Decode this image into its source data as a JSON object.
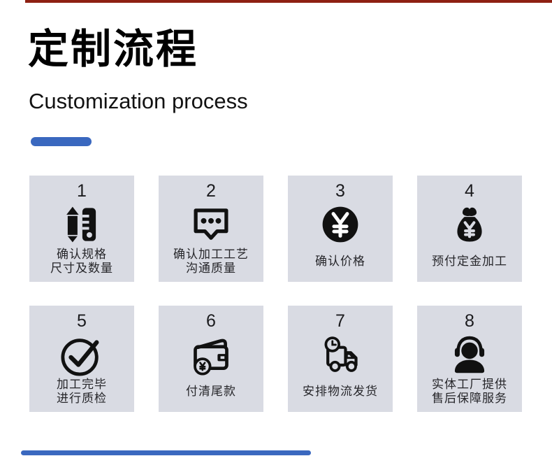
{
  "page": {
    "title_cn": "定制流程",
    "subtitle_en": "Customization process",
    "accent_color": "#3a68bf",
    "top_edge_color": "#8e2012",
    "card_bg_color": "#d9dbe3"
  },
  "cards": [
    {
      "number": "1",
      "icon": "pencil-ruler-icon",
      "lines": [
        "确认规格",
        "尺寸及数量"
      ]
    },
    {
      "number": "2",
      "icon": "chat-bubble-icon",
      "lines": [
        "确认加工工艺",
        "沟通质量"
      ]
    },
    {
      "number": "3",
      "icon": "yen-coin-icon",
      "lines": [
        "确认价格"
      ]
    },
    {
      "number": "4",
      "icon": "money-bag-icon",
      "lines": [
        "预付定金加工"
      ]
    },
    {
      "number": "5",
      "icon": "check-circle-icon",
      "lines": [
        "加工完毕",
        "进行质检"
      ]
    },
    {
      "number": "6",
      "icon": "wallet-icon",
      "lines": [
        "付清尾款"
      ]
    },
    {
      "number": "7",
      "icon": "delivery-truck-icon",
      "lines": [
        "安排物流发货"
      ]
    },
    {
      "number": "8",
      "icon": "headset-person-icon",
      "lines": [
        "实体工厂提供",
        "售后保障服务"
      ]
    }
  ]
}
